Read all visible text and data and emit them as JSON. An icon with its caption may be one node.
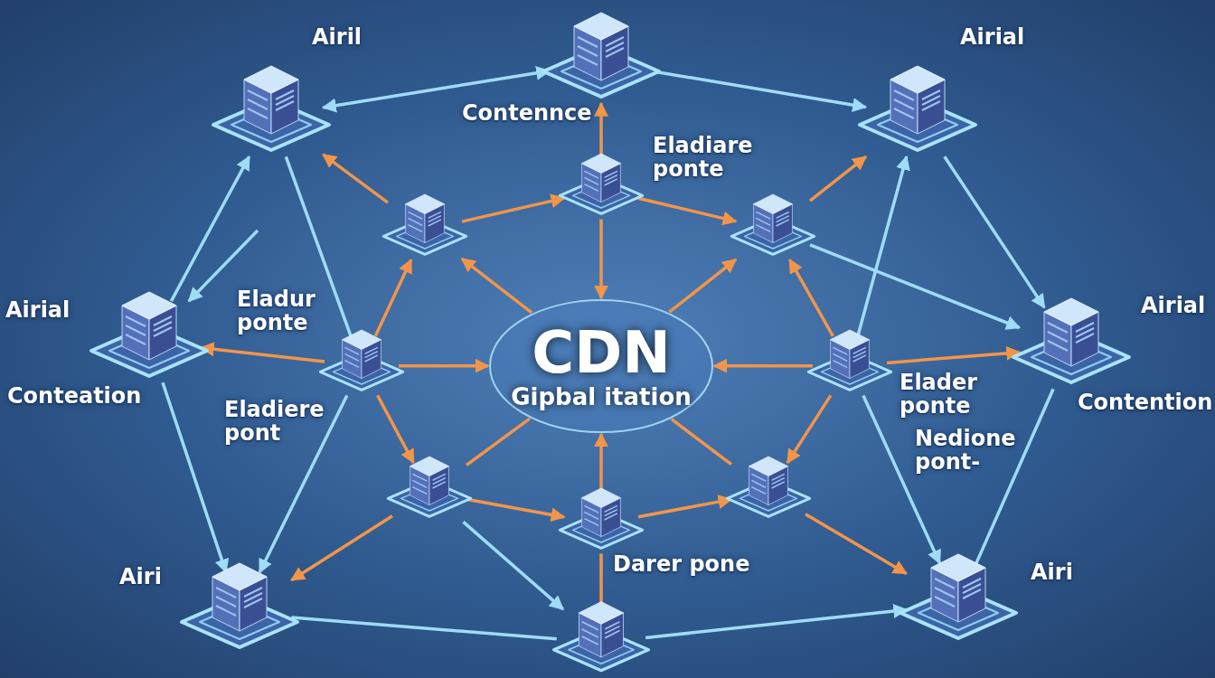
{
  "diagram": {
    "nodes": [
      {
        "text": [],
        "shape": "picture",
        "beside": [
          "Airil"
        ]
      },
      {
        "text": [],
        "shape": "picture",
        "beside": [
          "Contennce"
        ]
      },
      {
        "text": [],
        "shape": "picture",
        "beside": [
          "Airial"
        ]
      },
      {
        "text": [],
        "shape": "picture",
        "beside": [
          "Airial",
          "Conteation"
        ]
      },
      {
        "text": [],
        "shape": "picture",
        "beside": [
          "Airial",
          "Contention"
        ]
      },
      {
        "text": [],
        "shape": "picture"
      },
      {
        "text": [],
        "shape": "picture",
        "beside": [
          "Eladiare ponte"
        ]
      },
      {
        "text": [],
        "shape": "picture"
      },
      {
        "text": [],
        "shape": "picture",
        "beside": [
          "Eladur ponte",
          "Eladiere pont"
        ]
      },
      {
        "text": [
          "CDN",
          "Gipbal itation"
        ]
      },
      {
        "text": [],
        "shape": "picture",
        "beside": [
          "Elader ponte",
          "Nedione pont-"
        ]
      },
      {
        "text": [],
        "shape": "picture"
      },
      {
        "text": [],
        "shape": "picture",
        "beside": [
          "Darer pone"
        ]
      },
      {
        "text": [],
        "shape": "picture"
      },
      {
        "text": [],
        "shape": "picture",
        "beside": [
          "Airi"
        ]
      },
      {
        "text": [],
        "shape": "picture"
      },
      {
        "text": [],
        "shape": "picture",
        "beside": [
          "Airi"
        ]
      }
    ],
    "edges": [
      {
        "from": 0,
        "to": 1,
        "arrow": "both",
        "color": "#9fdcf5"
      },
      {
        "from": 1,
        "to": 2,
        "arrow": "to",
        "color": "#9fdcf5"
      },
      {
        "from": 3,
        "to": 0,
        "arrow": "to",
        "color": "#9fdcf5"
      },
      {
        "from": null,
        "to": 3,
        "arrow": "to",
        "color": "#9fdcf5"
      },
      {
        "from": 0,
        "to": 8,
        "arrow": "none",
        "color": "#9fdcf5"
      },
      {
        "from": 2,
        "to": 4,
        "arrow": "to",
        "color": "#9fdcf5"
      },
      {
        "from": 10,
        "to": 2,
        "arrow": "to",
        "color": "#9fdcf5"
      },
      {
        "from": 7,
        "to": 4,
        "arrow": "to",
        "color": "#9fdcf5"
      },
      {
        "from": 3,
        "to": 14,
        "arrow": "to",
        "color": "#9fdcf5"
      },
      {
        "from": 8,
        "to": 14,
        "arrow": "to",
        "color": "#9fdcf5"
      },
      {
        "from": 4,
        "to": 16,
        "arrow": "none",
        "color": "#9fdcf5"
      },
      {
        "from": 10,
        "to": 16,
        "arrow": "to",
        "color": "#9fdcf5"
      },
      {
        "from": 15,
        "to": 16,
        "arrow": "to",
        "color": "#9fdcf5"
      },
      {
        "from": 14,
        "to": 15,
        "arrow": "none",
        "color": "#9fdcf5"
      },
      {
        "from": 11,
        "to": 15,
        "arrow": "to",
        "color": "#9fdcf5"
      },
      {
        "from": 5,
        "to": 0,
        "arrow": "to"
      },
      {
        "from": 5,
        "to": 6,
        "arrow": "to"
      },
      {
        "from": 6,
        "to": 7,
        "arrow": "to"
      },
      {
        "from": 6,
        "to": 1,
        "arrow": "to"
      },
      {
        "from": 6,
        "to": 9,
        "arrow": "to"
      },
      {
        "from": 9,
        "to": 5,
        "arrow": "to"
      },
      {
        "from": 9,
        "to": 7,
        "arrow": "to"
      },
      {
        "from": 7,
        "to": 2,
        "arrow": "to"
      },
      {
        "from": 8,
        "to": 5,
        "arrow": "to"
      },
      {
        "from": 10,
        "to": 7,
        "arrow": "to"
      },
      {
        "from": 8,
        "to": 3,
        "arrow": "to"
      },
      {
        "from": 8,
        "to": 9,
        "arrow": "to"
      },
      {
        "from": 10,
        "to": 9,
        "arrow": "to"
      },
      {
        "from": 10,
        "to": 4,
        "arrow": "to"
      },
      {
        "from": 8,
        "to": 11,
        "arrow": "to"
      },
      {
        "from": 10,
        "to": 13,
        "arrow": "to"
      },
      {
        "from": 11,
        "to": 14,
        "arrow": "to"
      },
      {
        "from": 13,
        "to": 16,
        "arrow": "to"
      },
      {
        "from": 9,
        "to": 11,
        "arrow": "none"
      },
      {
        "from": 9,
        "to": 13,
        "arrow": "none"
      },
      {
        "from": 11,
        "to": 12,
        "arrow": "to"
      },
      {
        "from": 12,
        "to": 13,
        "arrow": "to"
      },
      {
        "from": 12,
        "to": 9,
        "arrow": "to"
      },
      {
        "from": 12,
        "to": 15,
        "arrow": "none"
      }
    ]
  }
}
